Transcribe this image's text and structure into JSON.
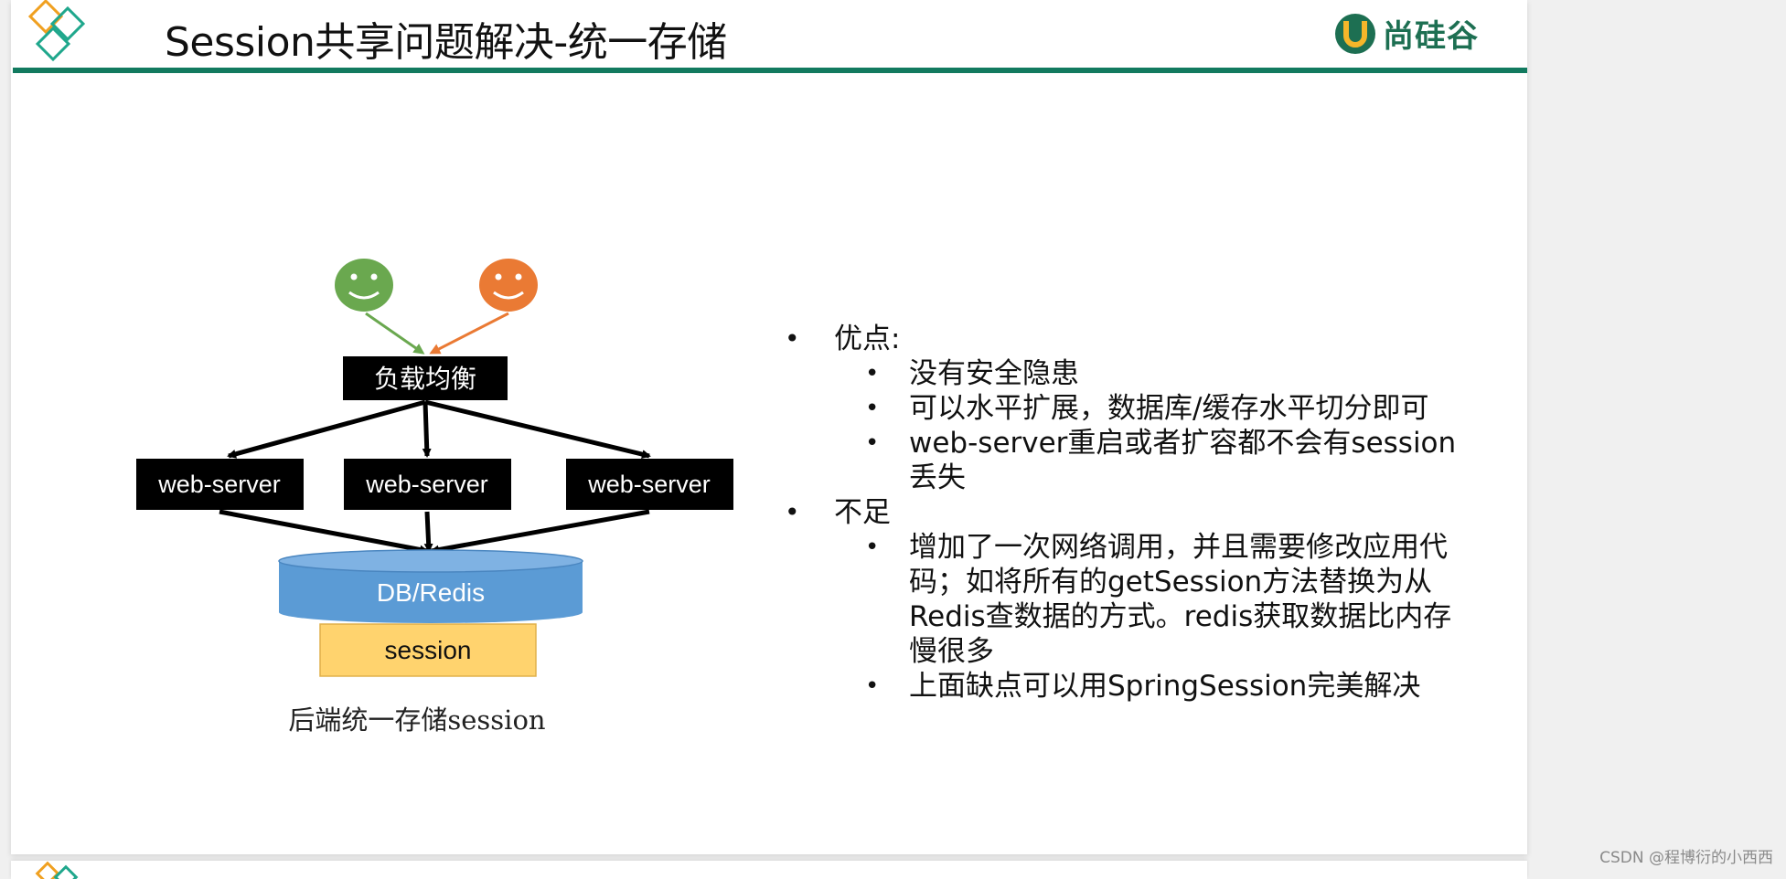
{
  "slide": {
    "title": "Session共享问题解决-统一存储",
    "brand": "尚硅谷",
    "watermark": "CSDN @程博衍的小西西"
  },
  "diagram": {
    "load_balancer": "负载均衡",
    "servers": [
      "web-server",
      "web-server",
      "web-server"
    ],
    "database": "DB/Redis",
    "session_box": "session",
    "caption": "后端统一存储session",
    "colors": {
      "user_left": "#6aa84f",
      "user_right": "#ea7a34",
      "db_fill": "#5b9bd5",
      "session_fill": "#ffd36e",
      "box_fill": "#000000"
    }
  },
  "content": {
    "pros_label": "优点:",
    "pros": [
      "没有安全隐患",
      "可以水平扩展，数据库/缓存水平切分即可",
      "web-server重启或者扩容都不会有session丢失"
    ],
    "cons_label": "不足",
    "cons": [
      "增加了一次网络调用，并且需要修改应用代码；如将所有的getSession方法替换为从Redis查数据的方式。redis获取数据比内存慢很多",
      "上面缺点可以用SpringSession完美解决"
    ]
  }
}
